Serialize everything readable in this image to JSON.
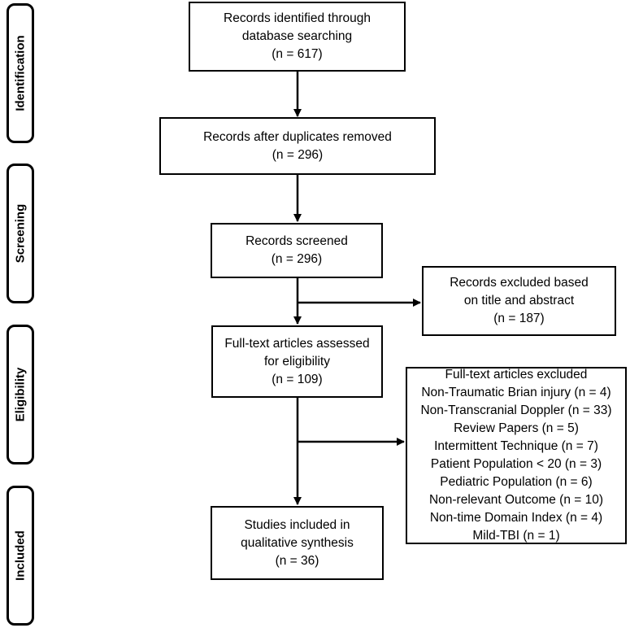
{
  "stages": [
    {
      "id": "identification",
      "label": "Identification"
    },
    {
      "id": "screening",
      "label": "Screening"
    },
    {
      "id": "eligibility",
      "label": "Eligibility"
    },
    {
      "id": "included",
      "label": "Included"
    }
  ],
  "boxes": {
    "identified": {
      "lines": [
        "Records identified through",
        "database searching",
        "(n = 617)"
      ]
    },
    "duplicates_removed": {
      "lines": [
        "Records after duplicates removed",
        "(n = 296)"
      ]
    },
    "screened": {
      "lines": [
        "Records screened",
        "(n = 296)"
      ]
    },
    "excluded_title_abstract": {
      "lines": [
        "Records excluded based",
        "on title and abstract",
        "(n = 187)"
      ]
    },
    "full_text_assessed": {
      "lines": [
        "Full-text articles assessed",
        "for eligibility",
        "(n = 109)"
      ]
    },
    "full_text_excluded": {
      "lines": [
        "Full-text articles excluded",
        "Non-Traumatic Brian injury (n = 4)",
        "Non-Transcranial Doppler (n = 33)",
        "Review Papers (n = 5)",
        "Intermittent Technique (n = 7)",
        "Patient Population < 20 (n = 3)",
        "Pediatric Population (n = 6)",
        "Non-relevant Outcome (n = 10)",
        "Non-time Domain Index (n = 4)",
        "Mild-TBI (n = 1)"
      ]
    },
    "included_studies": {
      "lines": [
        "Studies included in",
        "qualitative synthesis",
        "(n = 36)"
      ]
    }
  }
}
